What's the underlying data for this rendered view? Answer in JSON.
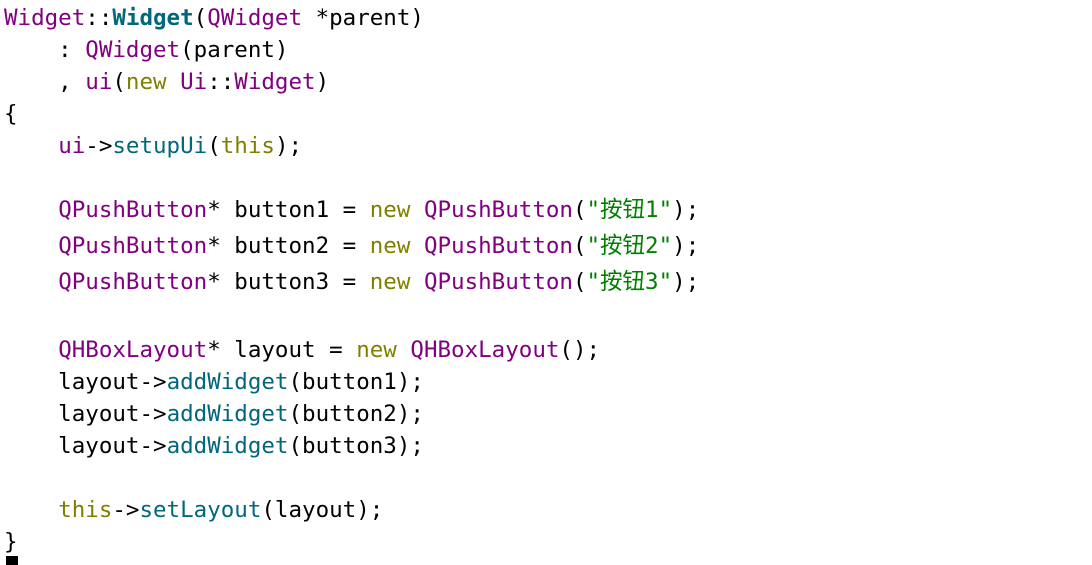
{
  "editor": {
    "lines": [
      [
        {
          "text": "Widget",
          "style": "purple"
        },
        {
          "text": "::",
          "style": "black"
        },
        {
          "text": "Widget",
          "style": "teal-bold"
        },
        {
          "text": "(",
          "style": "black"
        },
        {
          "text": "QWidget",
          "style": "purple"
        },
        {
          "text": " *parent)",
          "style": "black"
        }
      ],
      [
        {
          "text": "    : ",
          "style": "black"
        },
        {
          "text": "QWidget",
          "style": "purple"
        },
        {
          "text": "(parent)",
          "style": "black"
        }
      ],
      [
        {
          "text": "    , ",
          "style": "black"
        },
        {
          "text": "ui",
          "style": "purple"
        },
        {
          "text": "(",
          "style": "black"
        },
        {
          "text": "new",
          "style": "olive"
        },
        {
          "text": " ",
          "style": "black"
        },
        {
          "text": "Ui",
          "style": "purple"
        },
        {
          "text": "::",
          "style": "black"
        },
        {
          "text": "Widget",
          "style": "purple"
        },
        {
          "text": ")",
          "style": "black"
        }
      ],
      [
        {
          "text": "{",
          "style": "black"
        }
      ],
      [
        {
          "text": "    ",
          "style": "black"
        },
        {
          "text": "ui",
          "style": "purple"
        },
        {
          "text": "->",
          "style": "black"
        },
        {
          "text": "setupUi",
          "style": "teal"
        },
        {
          "text": "(",
          "style": "black"
        },
        {
          "text": "this",
          "style": "olive"
        },
        {
          "text": ");",
          "style": "black"
        }
      ],
      [],
      [
        {
          "text": "    ",
          "style": "black"
        },
        {
          "text": "QPushButton",
          "style": "purple"
        },
        {
          "text": "* button1 = ",
          "style": "black"
        },
        {
          "text": "new",
          "style": "olive"
        },
        {
          "text": " ",
          "style": "black"
        },
        {
          "text": "QPushButton",
          "style": "purple"
        },
        {
          "text": "(",
          "style": "black"
        },
        {
          "text": "\"按钮1\"",
          "style": "green"
        },
        {
          "text": ");",
          "style": "black"
        }
      ],
      [
        {
          "text": "    ",
          "style": "black"
        },
        {
          "text": "QPushButton",
          "style": "purple"
        },
        {
          "text": "* button2 = ",
          "style": "black"
        },
        {
          "text": "new",
          "style": "olive"
        },
        {
          "text": " ",
          "style": "black"
        },
        {
          "text": "QPushButton",
          "style": "purple"
        },
        {
          "text": "(",
          "style": "black"
        },
        {
          "text": "\"按钮2\"",
          "style": "green"
        },
        {
          "text": ");",
          "style": "black"
        }
      ],
      [
        {
          "text": "    ",
          "style": "black"
        },
        {
          "text": "QPushButton",
          "style": "purple"
        },
        {
          "text": "* button3 = ",
          "style": "black"
        },
        {
          "text": "new",
          "style": "olive"
        },
        {
          "text": " ",
          "style": "black"
        },
        {
          "text": "QPushButton",
          "style": "purple"
        },
        {
          "text": "(",
          "style": "black"
        },
        {
          "text": "\"按钮3\"",
          "style": "green"
        },
        {
          "text": ");",
          "style": "black"
        }
      ],
      [],
      [
        {
          "text": "    ",
          "style": "black"
        },
        {
          "text": "QHBoxLayout",
          "style": "purple"
        },
        {
          "text": "* layout = ",
          "style": "black"
        },
        {
          "text": "new",
          "style": "olive"
        },
        {
          "text": " ",
          "style": "black"
        },
        {
          "text": "QHBoxLayout",
          "style": "purple"
        },
        {
          "text": "();",
          "style": "black"
        }
      ],
      [
        {
          "text": "    layout->",
          "style": "black"
        },
        {
          "text": "addWidget",
          "style": "teal"
        },
        {
          "text": "(button1);",
          "style": "black"
        }
      ],
      [
        {
          "text": "    layout->",
          "style": "black"
        },
        {
          "text": "addWidget",
          "style": "teal"
        },
        {
          "text": "(button2);",
          "style": "black"
        }
      ],
      [
        {
          "text": "    layout->",
          "style": "black"
        },
        {
          "text": "addWidget",
          "style": "teal"
        },
        {
          "text": "(button3);",
          "style": "black"
        }
      ],
      [],
      [
        {
          "text": "    ",
          "style": "black"
        },
        {
          "text": "this",
          "style": "olive"
        },
        {
          "text": "->",
          "style": "black"
        },
        {
          "text": "setLayout",
          "style": "teal"
        },
        {
          "text": "(layout);",
          "style": "black"
        }
      ],
      [
        {
          "text": "}",
          "style": "black"
        }
      ]
    ]
  },
  "colors": {
    "type_purple": "#800080",
    "function_teal": "#00677c",
    "keyword_olive": "#808000",
    "string_green": "#008000",
    "text_black": "#000000",
    "background": "#ffffff"
  }
}
